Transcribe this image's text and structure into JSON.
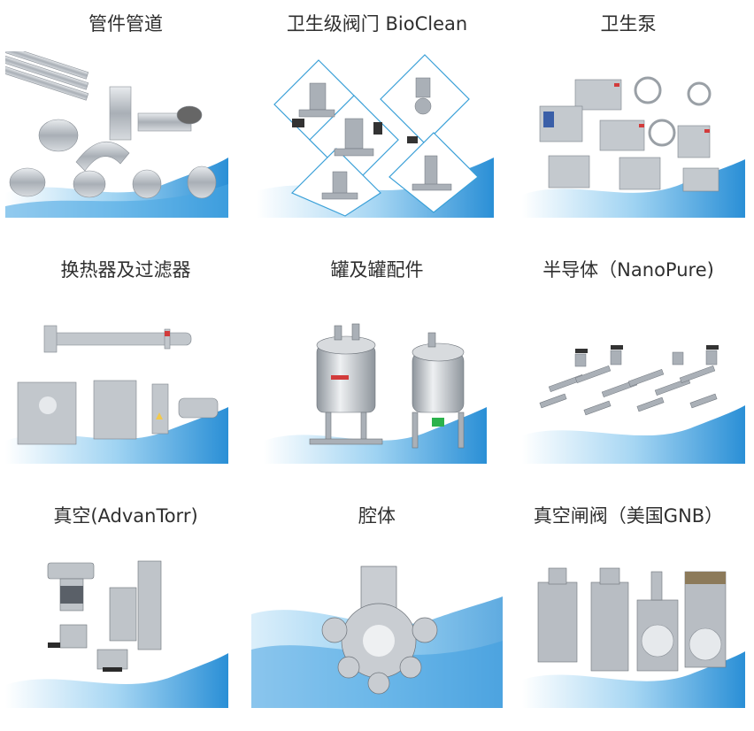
{
  "categories": [
    {
      "id": "pipes",
      "title": "管件管道"
    },
    {
      "id": "valves",
      "title": "卫生级阀门 BioClean"
    },
    {
      "id": "pumps",
      "title": "卫生泵"
    },
    {
      "id": "exchangers",
      "title": "换热器及过滤器"
    },
    {
      "id": "tanks",
      "title": "罐及罐配件"
    },
    {
      "id": "semiconductor",
      "title": "半导体（NanoPure)"
    },
    {
      "id": "vacuum",
      "title": "真空(AdvanTorr)"
    },
    {
      "id": "chamber",
      "title": "腔体"
    },
    {
      "id": "gate-valves",
      "title": "真空闸阀（美国GNB）"
    }
  ],
  "colors": {
    "wave_light": "#d9eefb",
    "wave_mid": "#7cc4ee",
    "wave_deep": "#2a8fd6",
    "steel": "#b9bec4",
    "steel_dark": "#7d848c"
  }
}
